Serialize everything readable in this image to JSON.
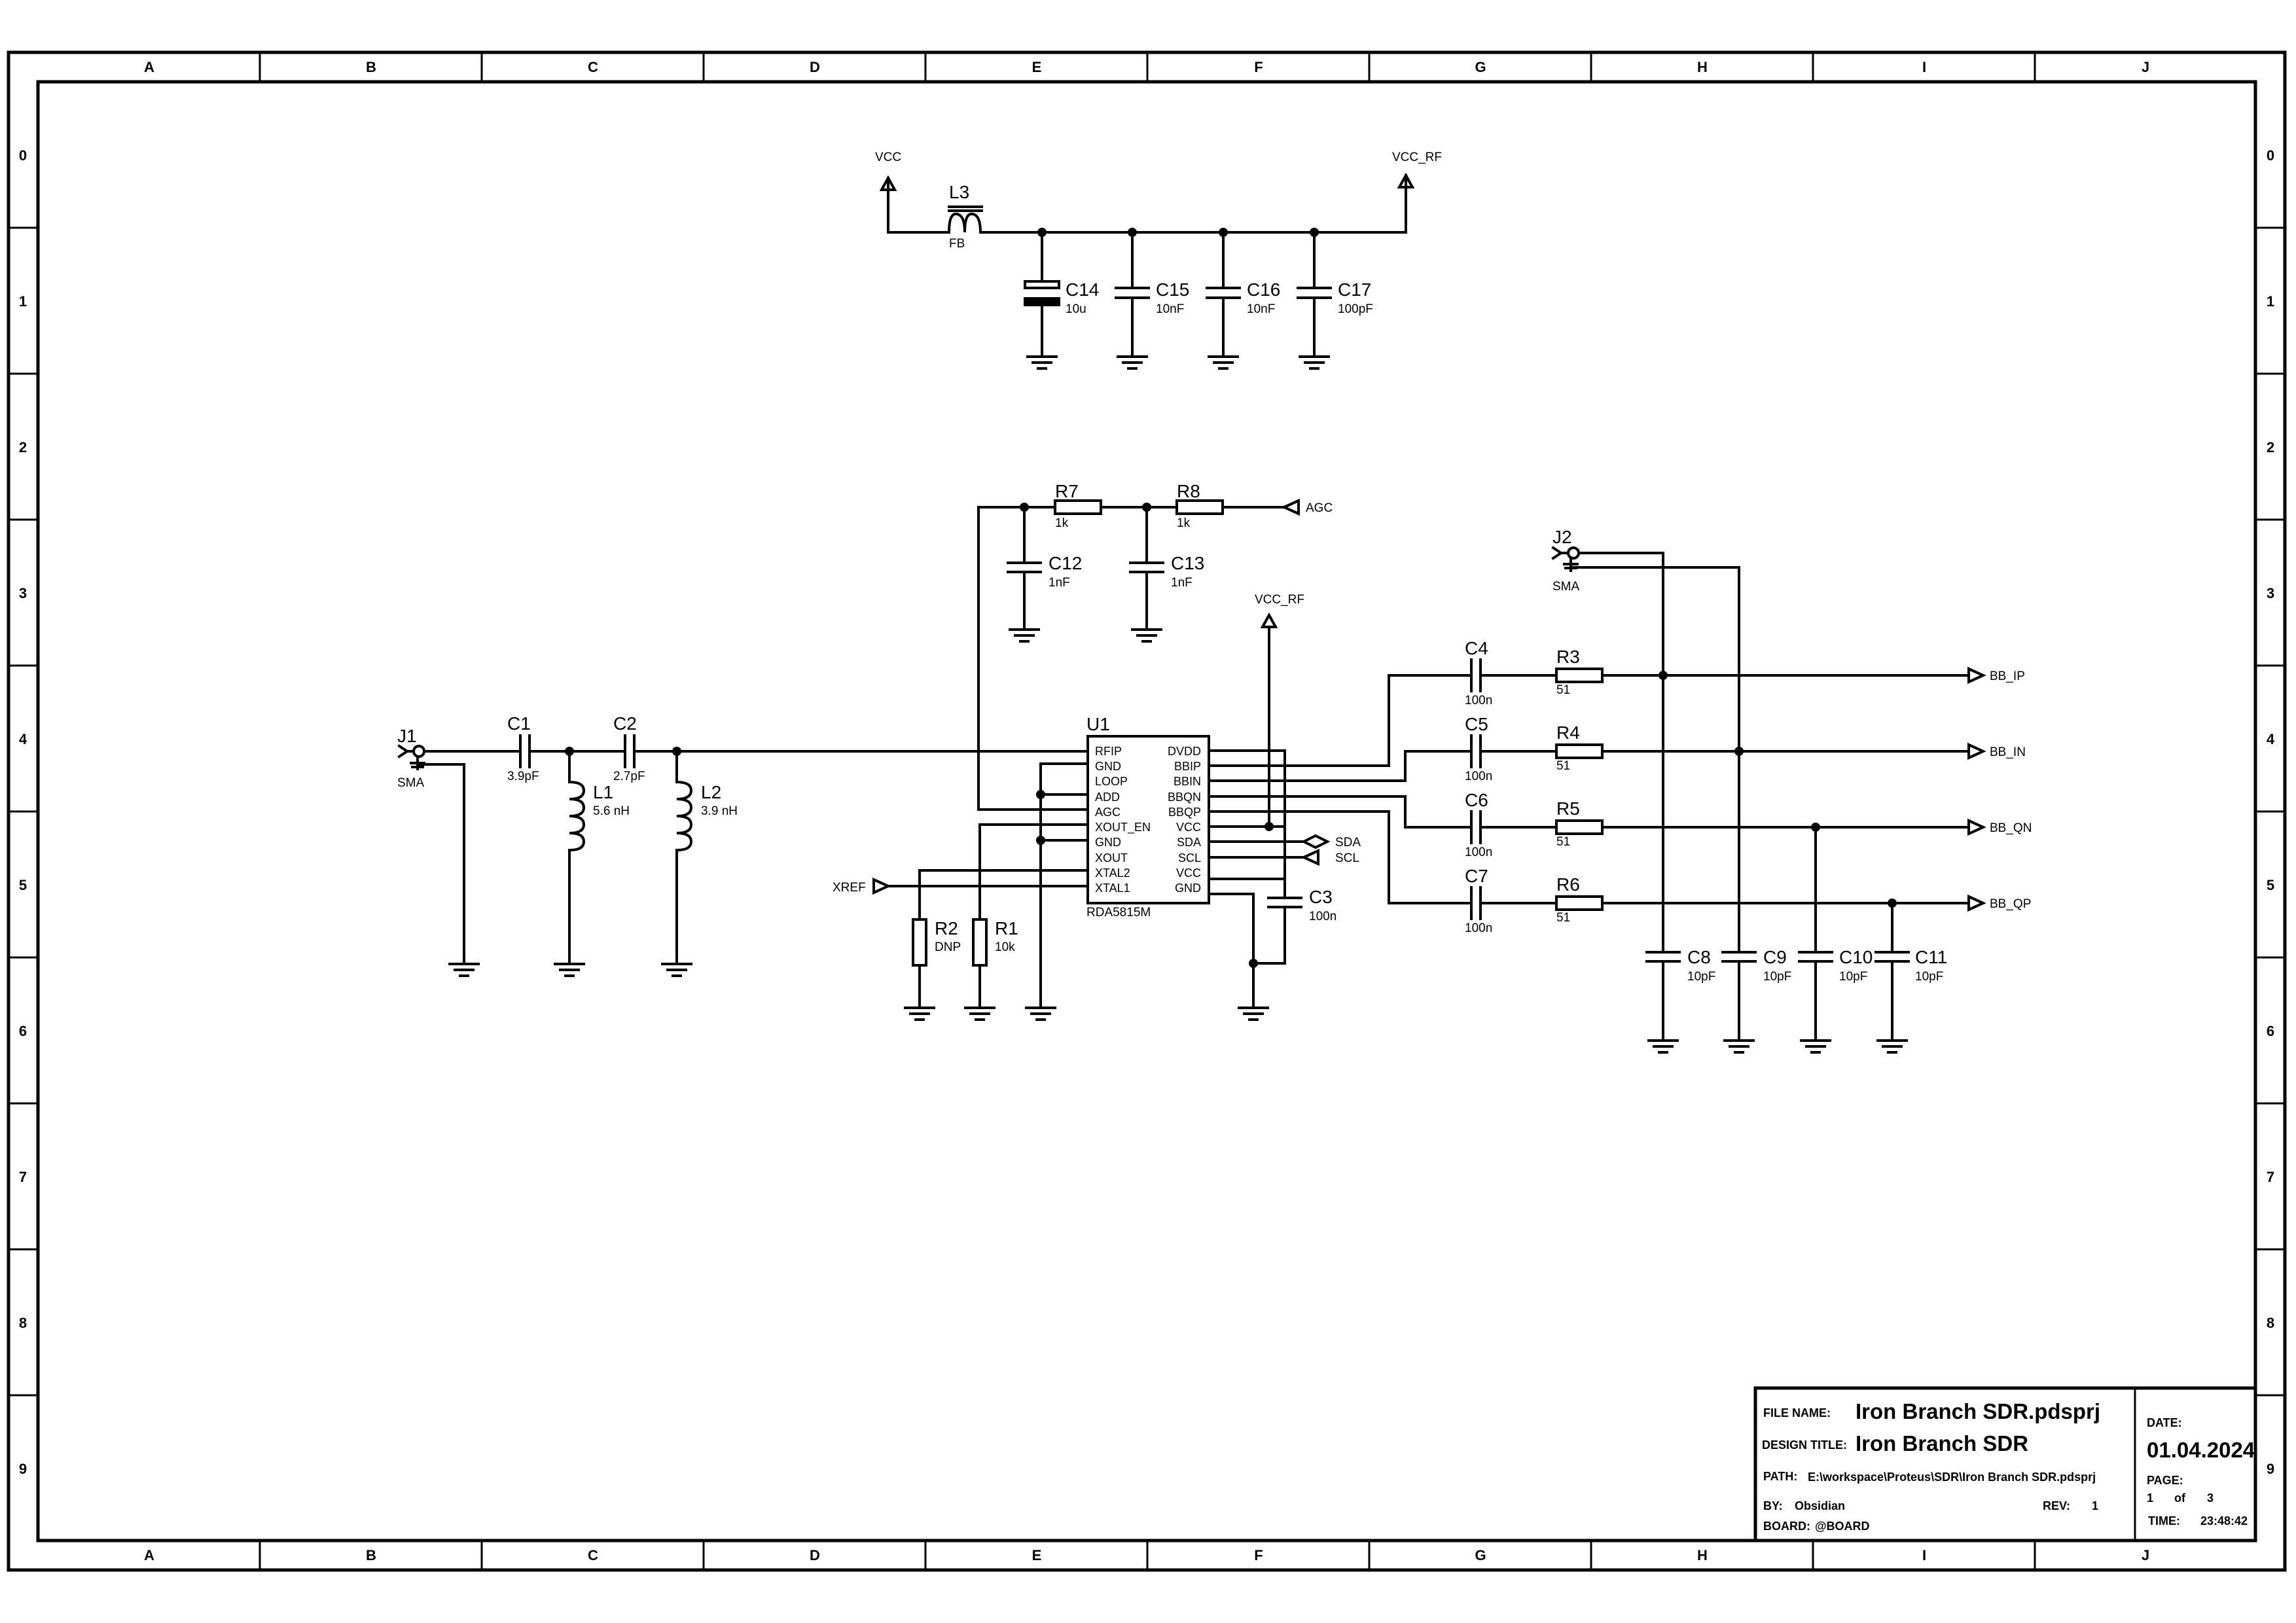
{
  "grid": {
    "columns": [
      "A",
      "B",
      "C",
      "D",
      "E",
      "F",
      "G",
      "H",
      "I",
      "J"
    ],
    "rows": [
      "0",
      "1",
      "2",
      "3",
      "4",
      "5",
      "6",
      "7",
      "8",
      "9"
    ]
  },
  "nets": {
    "vcc": "VCC",
    "vcc_rf_top": "VCC_RF",
    "vcc_rf_u1": "VCC_RF",
    "agc": "AGC",
    "xref": "XREF",
    "sda": "SDA",
    "scl": "SCL",
    "bb_ip": "BB_IP",
    "bb_in": "BB_IN",
    "bb_qn": "BB_QN",
    "bb_qp": "BB_QP"
  },
  "components": {
    "L3": {
      "ref": "L3",
      "value": "FB"
    },
    "C14": {
      "ref": "C14",
      "value": "10u"
    },
    "C15": {
      "ref": "C15",
      "value": "10nF"
    },
    "C16": {
      "ref": "C16",
      "value": "10nF"
    },
    "C17": {
      "ref": "C17",
      "value": "100pF"
    },
    "R7": {
      "ref": "R7",
      "value": "1k"
    },
    "R8": {
      "ref": "R8",
      "value": "1k"
    },
    "C12": {
      "ref": "C12",
      "value": "1nF"
    },
    "C13": {
      "ref": "C13",
      "value": "1nF"
    },
    "J1": {
      "ref": "J1",
      "value": "SMA"
    },
    "J2": {
      "ref": "J2",
      "value": "SMA"
    },
    "C1": {
      "ref": "C1",
      "value": "3.9pF"
    },
    "C2": {
      "ref": "C2",
      "value": "2.7pF"
    },
    "L1": {
      "ref": "L1",
      "value": "5.6 nH"
    },
    "L2": {
      "ref": "L2",
      "value": "3.9 nH"
    },
    "R2": {
      "ref": "R2",
      "value": "DNP"
    },
    "R1": {
      "ref": "R1",
      "value": "10k"
    },
    "C3": {
      "ref": "C3",
      "value": "100n"
    },
    "C4": {
      "ref": "C4",
      "value": "100n"
    },
    "C5": {
      "ref": "C5",
      "value": "100n"
    },
    "C6": {
      "ref": "C6",
      "value": "100n"
    },
    "C7": {
      "ref": "C7",
      "value": "100n"
    },
    "R3": {
      "ref": "R3",
      "value": "51"
    },
    "R4": {
      "ref": "R4",
      "value": "51"
    },
    "R5": {
      "ref": "R5",
      "value": "51"
    },
    "R6": {
      "ref": "R6",
      "value": "51"
    },
    "C8": {
      "ref": "C8",
      "value": "10pF"
    },
    "C9": {
      "ref": "C9",
      "value": "10pF"
    },
    "C10": {
      "ref": "C10",
      "value": "10pF"
    },
    "C11": {
      "ref": "C11",
      "value": "10pF"
    }
  },
  "u1": {
    "ref": "U1",
    "part": "RDA5815M",
    "left_pins": [
      "RFIP",
      "GND",
      "LOOP",
      "ADD",
      "AGC",
      "XOUT_EN",
      "GND",
      "XOUT",
      "XTAL2",
      "XTAL1"
    ],
    "right_pins": [
      "DVDD",
      "BBIP",
      "BBIN",
      "BBQN",
      "BBQP",
      "VCC",
      "SDA",
      "SCL",
      "VCC",
      "GND"
    ]
  },
  "title_block": {
    "file_name_label": "FILE NAME:",
    "file_name": "Iron Branch SDR.pdsprj",
    "design_title_label": "DESIGN TITLE:",
    "design_title": "Iron Branch SDR",
    "path_label": "PATH:",
    "path": "E:\\workspace\\Proteus\\SDR\\Iron Branch SDR.pdsprj",
    "by_label": "BY:",
    "by": "Obsidian",
    "rev_label": "REV:",
    "rev": "1",
    "board_label": "BOARD:",
    "board": "@BOARD",
    "date_label": "DATE:",
    "date": "01.04.2024",
    "page_label": "PAGE:",
    "page_num": "1",
    "page_of": "of",
    "page_total": "3",
    "time_label": "TIME:",
    "time": "23:48:42"
  }
}
